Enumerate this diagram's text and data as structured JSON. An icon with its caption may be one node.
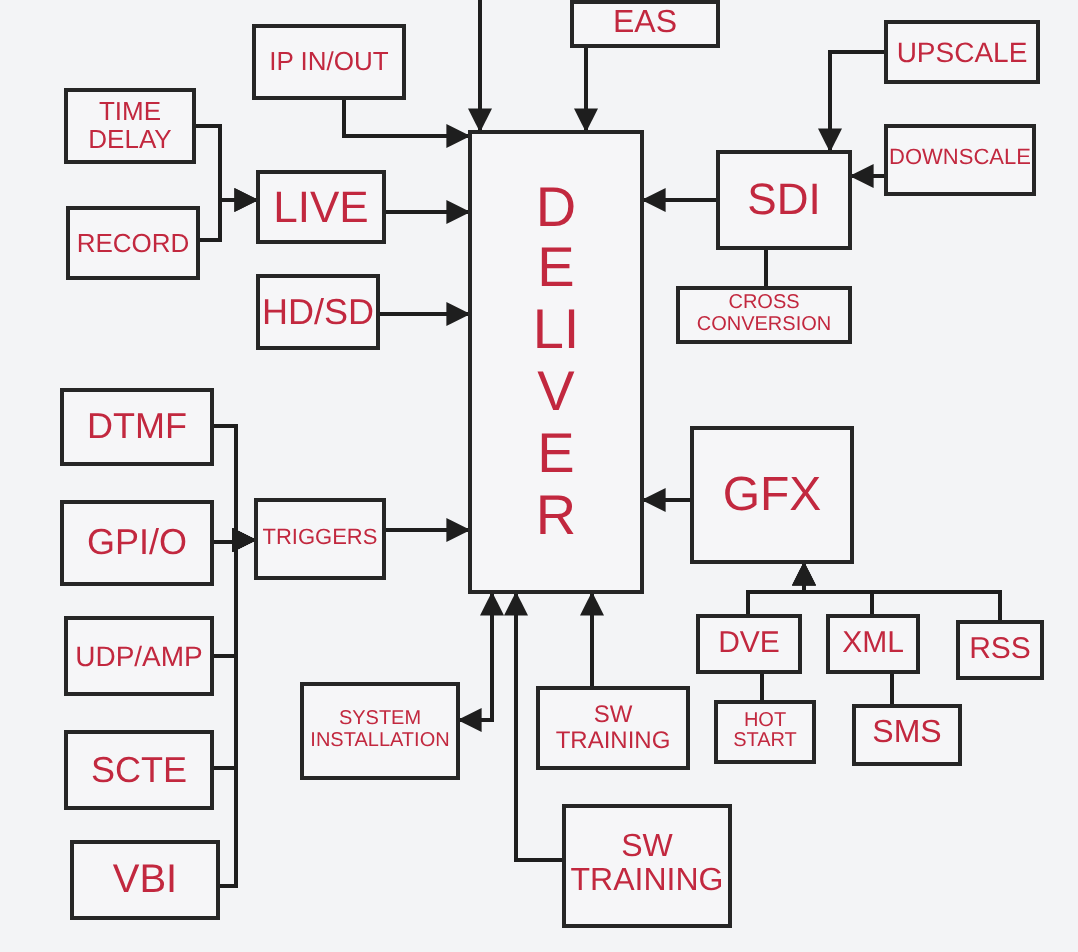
{
  "diagram": {
    "nodes": [
      {
        "text": [
          "DELIVER"
        ]
      },
      {
        "text": [
          "IP IN/OUT"
        ]
      },
      {
        "text": [
          "TIME DELAY"
        ]
      },
      {
        "text": [
          "RECORD"
        ]
      },
      {
        "text": [
          "LIVE"
        ]
      },
      {
        "text": [
          "HD/SD"
        ]
      },
      {
        "text": [
          "EAS"
        ]
      },
      {
        "text": [
          "UPSCALE"
        ]
      },
      {
        "text": [
          "DOWNSCALE"
        ]
      },
      {
        "text": [
          "SDI"
        ]
      },
      {
        "text": [
          "CROSS CONVERSION"
        ]
      },
      {
        "text": [
          "DTMF"
        ]
      },
      {
        "text": [
          "GPI/O"
        ]
      },
      {
        "text": [
          "UDP/AMP"
        ]
      },
      {
        "text": [
          "SCTE"
        ]
      },
      {
        "text": [
          "VBI"
        ]
      },
      {
        "text": [
          "TRIGGERS"
        ]
      },
      {
        "text": [
          "SYSTEM INSTALLATION"
        ]
      },
      {
        "text": [
          "GFX"
        ]
      },
      {
        "text": [
          "DVE"
        ]
      },
      {
        "text": [
          "XML"
        ]
      },
      {
        "text": [
          "RSS"
        ]
      },
      {
        "text": [
          "HOT START"
        ]
      },
      {
        "text": [
          "SMS"
        ]
      },
      {
        "text": [
          "SW TRAINING"
        ]
      },
      {
        "text": [
          "SW TRAINING"
        ]
      }
    ],
    "edges": [
      {
        "from": null,
        "to": 0,
        "arrow": "to"
      },
      {
        "from": 1,
        "to": 0,
        "arrow": "to"
      },
      {
        "from": 6,
        "to": 0,
        "arrow": "to"
      },
      {
        "from": 2,
        "to": 4,
        "arrow": "to"
      },
      {
        "from": 3,
        "to": 4,
        "arrow": "to"
      },
      {
        "from": 4,
        "to": 0,
        "arrow": "to"
      },
      {
        "from": 5,
        "to": 0,
        "arrow": "to"
      },
      {
        "from": 7,
        "to": 9,
        "arrow": "to"
      },
      {
        "from": 8,
        "to": 9,
        "arrow": "to"
      },
      {
        "from": 9,
        "to": 0,
        "arrow": "to"
      },
      {
        "from": 9,
        "to": 10,
        "arrow": "none"
      },
      {
        "from": 11,
        "to": 16,
        "arrow": "to"
      },
      {
        "from": 12,
        "to": 16,
        "arrow": "to"
      },
      {
        "from": 13,
        "to": 16,
        "arrow": "to"
      },
      {
        "from": 14,
        "to": 16,
        "arrow": "to"
      },
      {
        "from": 15,
        "to": 16,
        "arrow": "to"
      },
      {
        "from": 16,
        "to": 0,
        "arrow": "to"
      },
      {
        "from": 17,
        "to": 0,
        "arrow": "both"
      },
      {
        "from": 25,
        "to": 0,
        "arrow": "to"
      },
      {
        "from": 24,
        "to": 0,
        "arrow": "to"
      },
      {
        "from": 18,
        "to": 0,
        "arrow": "to"
      },
      {
        "from": 19,
        "to": 18,
        "arrow": "to"
      },
      {
        "from": 20,
        "to": 18,
        "arrow": "to"
      },
      {
        "from": 21,
        "to": 18,
        "arrow": "to"
      },
      {
        "from": 19,
        "to": 22,
        "arrow": "none"
      },
      {
        "from": 20,
        "to": 23,
        "arrow": "none"
      }
    ]
  }
}
